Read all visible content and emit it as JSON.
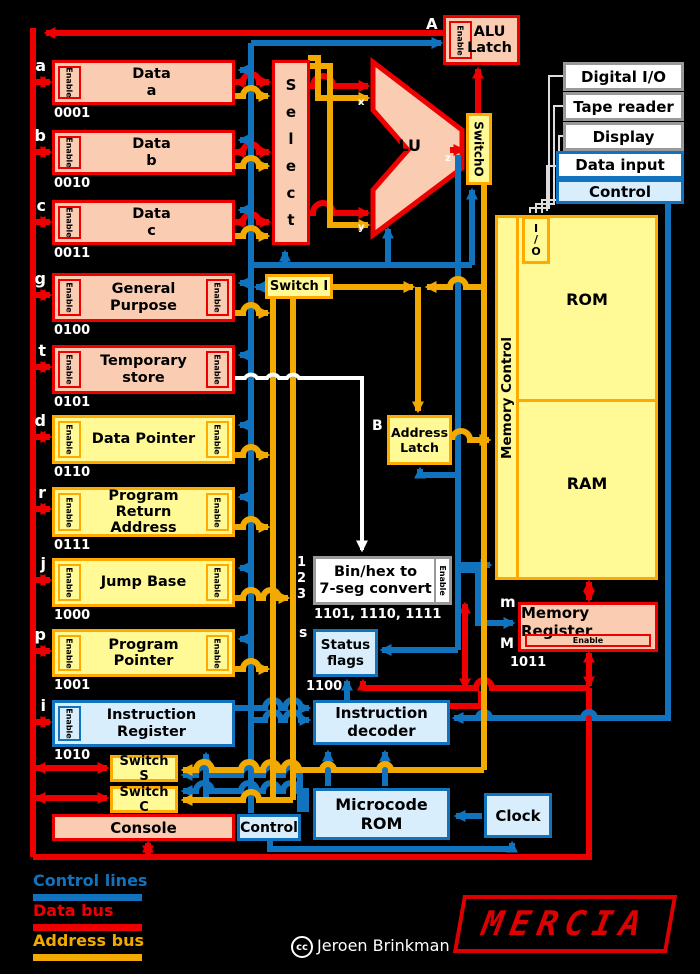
{
  "colors": {
    "background": "#000000",
    "red": "#EE0000",
    "blue": "#1173BE",
    "yellow": "#F2A900",
    "orange": "#FFAA00",
    "salmon": "#FACDB2",
    "light_yellow": "#FFF996",
    "light_blue": "#D9EEFC",
    "white": "#FFFFFF",
    "logo_red": "#DD0000"
  },
  "enable_label": "Enable",
  "registers": [
    {
      "letter": "a",
      "label": "Data\na",
      "code": "0001"
    },
    {
      "letter": "b",
      "label": "Data\nb",
      "code": "0010"
    },
    {
      "letter": "c",
      "label": "Data\nc",
      "code": "0011"
    },
    {
      "letter": "g",
      "label": "General Purpose",
      "code": "0100"
    },
    {
      "letter": "t",
      "label": "Temporary store",
      "code": "0101"
    },
    {
      "letter": "d",
      "label": "Data Pointer",
      "code": "0110"
    },
    {
      "letter": "r",
      "label": "Program Return\nAddress",
      "code": "0111"
    },
    {
      "letter": "j",
      "label": "Jump Base",
      "code": "1000"
    },
    {
      "letter": "p",
      "label": "Program Pointer",
      "code": "1001"
    },
    {
      "letter": "i",
      "label": "Instruction Register",
      "code": "1010"
    }
  ],
  "select": {
    "label": "Select"
  },
  "alu": {
    "label": "ALU",
    "in_x": "x",
    "in_y": "y",
    "out_z": "z"
  },
  "alu_latch": {
    "letter": "A",
    "label": "ALU\nLatch"
  },
  "switch_o": {
    "label": "SwitchO"
  },
  "switch_i": {
    "label": "Switch I"
  },
  "switch_s": {
    "label": "Switch S"
  },
  "switch_c": {
    "label": "Switch C"
  },
  "io": {
    "digital": "Digital I/O",
    "tape": "Tape reader",
    "display": "Display",
    "data_input": "Data input",
    "control": "Control"
  },
  "memory": {
    "control": "Memory Control",
    "io": "I\n/\nO",
    "rom": "ROM",
    "ram": "RAM"
  },
  "address_latch": {
    "letter": "B",
    "label": "Address\nLatch"
  },
  "binhex": {
    "nums": "1\n2\n3",
    "label": "Bin/hex to\n7-seg convert",
    "codes": "1101, 1110, 1111"
  },
  "status_flags": {
    "letter": "s",
    "label": "Status\nflags",
    "code": "1100"
  },
  "memory_register": {
    "m": "m",
    "big_m": "M",
    "label": "Memory Register",
    "code": "1011"
  },
  "instruction_decoder": {
    "label": "Instruction\ndecoder"
  },
  "microcode_rom": {
    "label": "Microcode ROM"
  },
  "clock": {
    "label": "Clock"
  },
  "console": {
    "label": "Console"
  },
  "console_control": {
    "label": "Control"
  },
  "legend": [
    {
      "label": "Control lines",
      "color_key": "blue"
    },
    {
      "label": "Data bus",
      "color_key": "red"
    },
    {
      "label": "Address bus",
      "color_key": "yellow"
    }
  ],
  "credit": "Jeroen Brinkman",
  "cc": "cc",
  "logo": "MERCIA"
}
